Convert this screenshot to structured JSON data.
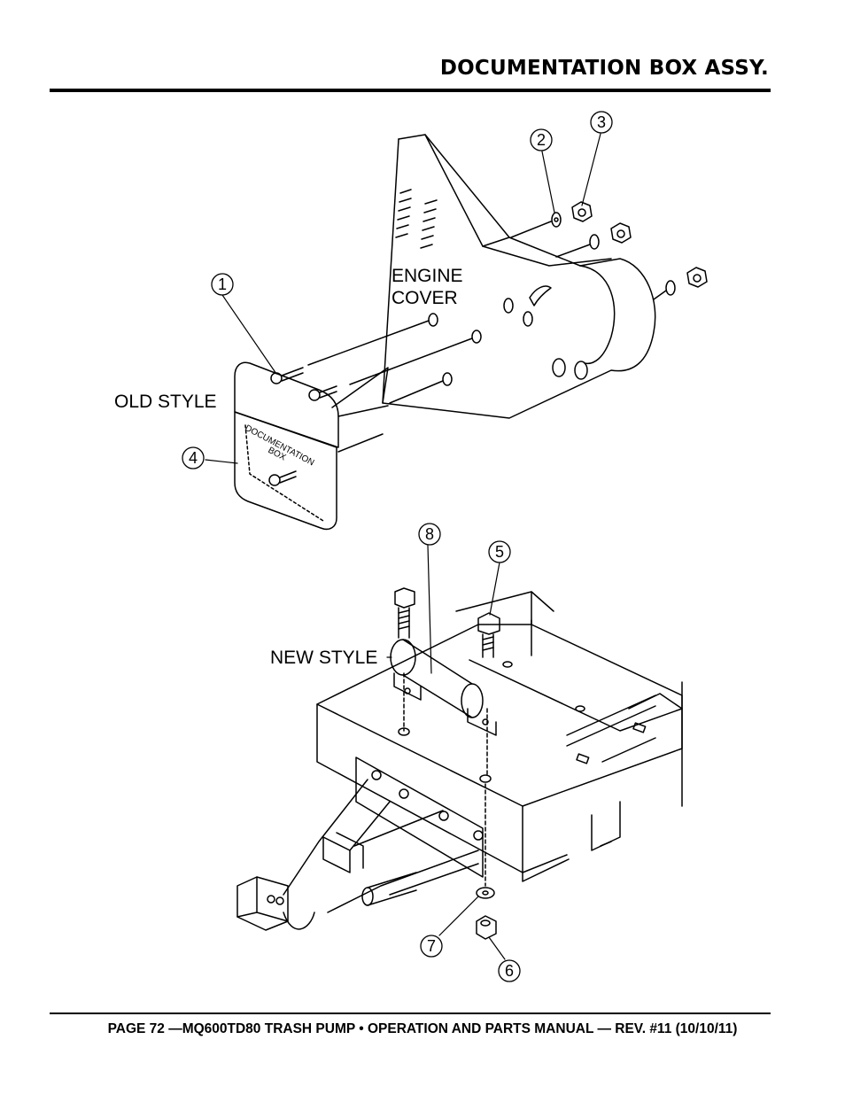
{
  "header": {
    "title": "DOCUMENTATION BOX ASSY."
  },
  "labels": {
    "engine_cover": [
      "ENGINE",
      "COVER"
    ],
    "old_style": "OLD STYLE",
    "new_style": "NEW STYLE",
    "box_text": [
      "DOCUMENTATION",
      "BOX"
    ]
  },
  "callouts": [
    "1",
    "2",
    "3",
    "4",
    "5",
    "6",
    "7",
    "8"
  ],
  "footer": {
    "text": "PAGE 72 —MQ600TD80 TRASH PUMP • OPERATION AND PARTS MANUAL — REV. #11 (10/10/11)"
  }
}
